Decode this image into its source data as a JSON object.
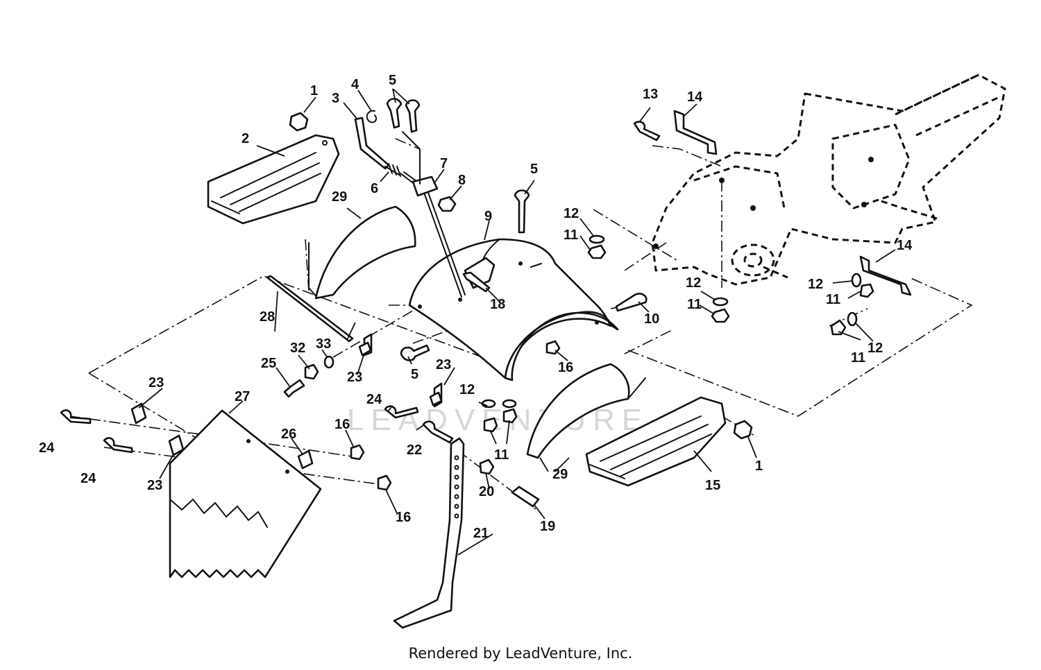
{
  "diagram": {
    "footer": "Rendered by LeadVenture, Inc.",
    "watermark": "LEADVENTURE",
    "callouts": {
      "c1a": "1",
      "c1b": "1",
      "c2": "2",
      "c3": "3",
      "c4": "4",
      "c5a": "5",
      "c5b": "5",
      "c5c": "5",
      "c6": "6",
      "c7": "7",
      "c8": "8",
      "c9": "9",
      "c10": "10",
      "c11a": "11",
      "c11b": "11",
      "c11c": "11",
      "c11d": "11",
      "c11e": "11",
      "c12a": "12",
      "c12b": "12",
      "c12c": "12",
      "c12d": "12",
      "c12e": "12",
      "c13": "13",
      "c14a": "14",
      "c14b": "14",
      "c15": "15",
      "c16a": "16",
      "c16b": "16",
      "c16c": "16",
      "c18": "18",
      "c19": "19",
      "c20": "20",
      "c21": "21",
      "c22": "22",
      "c23a": "23",
      "c23b": "23",
      "c23c": "23",
      "c23d": "23",
      "c24a": "24",
      "c24b": "24",
      "c24c": "24",
      "c25": "25",
      "c26": "26",
      "c27": "27",
      "c28": "28",
      "c29a": "29",
      "c29b": "29",
      "c32": "32",
      "c33": "33"
    }
  }
}
